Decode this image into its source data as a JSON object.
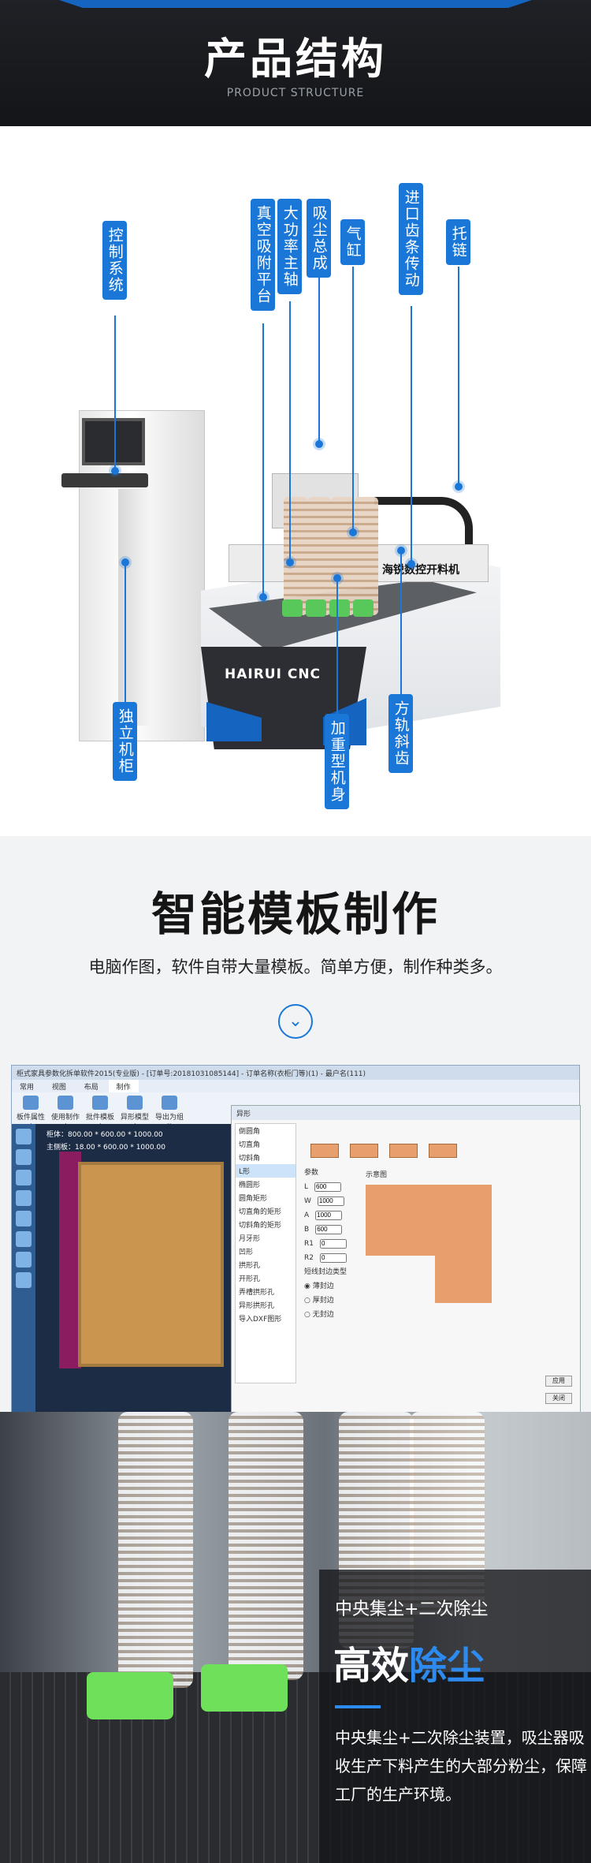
{
  "header": {
    "title": "产品结构",
    "subtitle": "PRODUCT STRUCTURE",
    "accent_color": "#1565c0"
  },
  "structure": {
    "brand_text": "HAIRUI CNC",
    "gantry_text": "海锐数控开料机",
    "labels": [
      {
        "id": "control-system",
        "text": "控制系统"
      },
      {
        "id": "vacuum-table",
        "text": "真空吸附平台"
      },
      {
        "id": "high-power-spindle",
        "text": "大功率主轴"
      },
      {
        "id": "dust-hood",
        "text": "吸尘总成"
      },
      {
        "id": "air-cylinder",
        "text": "气缸"
      },
      {
        "id": "imported-rack",
        "text": "进口齿条传动"
      },
      {
        "id": "drag-chain",
        "text": "托链"
      },
      {
        "id": "standalone-cabinet",
        "text": "独立机柜"
      },
      {
        "id": "heavy-body",
        "text": "加重型机身"
      },
      {
        "id": "square-rail",
        "text": "方轨斜齿"
      }
    ],
    "label_color": "#1a77d8"
  },
  "template": {
    "title": "智能模板制作",
    "description": "电脑作图，软件自带大量模板。简单方便，制作种类多。",
    "software": {
      "window_title": "柜式家具参数化拆单软件2015(专业版) - [订单号:20181031085144] - 订单名称(衣柜门等)(1) - 最户名(111)",
      "tabs": [
        "常用",
        "视图",
        "布局",
        "制作"
      ],
      "ribbon": [
        "板件属性库",
        "使用制作库",
        "批件模板库",
        "异形模型库",
        "导出为组件"
      ],
      "canvas_info": [
        "柜体：800.00 * 600.00 * 1000.00",
        "主侧板：18.00 * 600.00 * 1000.00"
      ],
      "dialog_title": "异形",
      "shape_list": [
        "倒圆角",
        "切直角",
        "切斜角",
        "L形",
        "椭圆形",
        "圆角矩形",
        "切直角的矩形",
        "切斜角的矩形",
        "月牙形",
        "凹形",
        "拱形孔",
        "开形孔",
        "弄槽拱形孔",
        "异形拱形孔",
        "导入DXF图形"
      ],
      "selected_shape": "L形",
      "params_header": "参数",
      "preview_header": "示意图",
      "params": [
        {
          "name": "L",
          "value": "600"
        },
        {
          "name": "W",
          "value": "1000"
        },
        {
          "name": "A",
          "value": "1000"
        },
        {
          "name": "B",
          "value": "600"
        },
        {
          "name": "R1",
          "value": "0"
        },
        {
          "name": "R2",
          "value": "0"
        }
      ],
      "edge_mode_label": "短线封边类型",
      "edge_modes": [
        "薄封边",
        "厚封边",
        "无封边"
      ],
      "buttons": [
        "应用",
        "关闭"
      ]
    }
  },
  "dust": {
    "subtitle": "中央集尘+二次除尘",
    "headline_white": "高效",
    "headline_blue": "除尘",
    "body": "中央集尘+二次除尘装置，吸尘器吸收生产下料产生的大部分粉尘，保障工厂的生产环境。",
    "highlight_color": "#2d8bef"
  }
}
